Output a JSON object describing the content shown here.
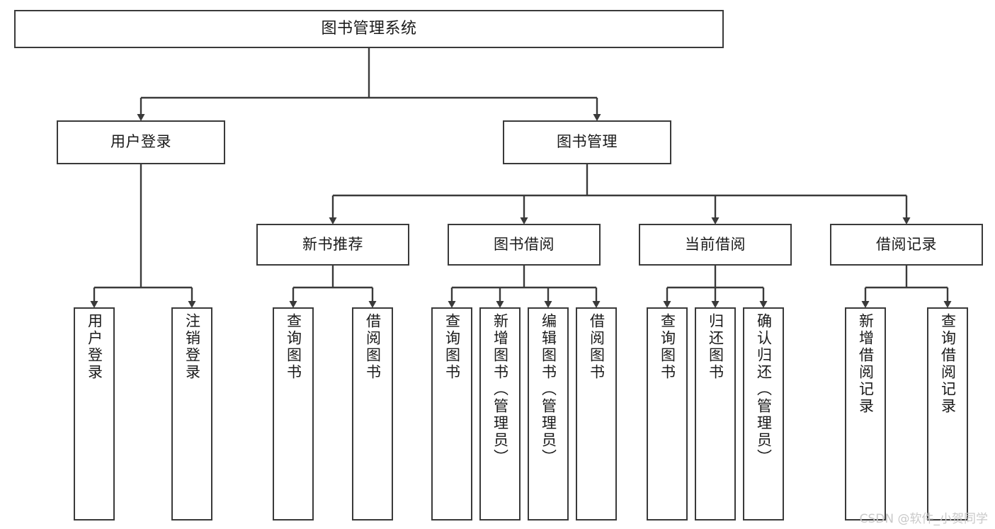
{
  "diagram": {
    "type": "tree",
    "title": "图书管理系统",
    "orientation": "top-down",
    "background_color": "#ffffff",
    "node_border_color": "#3a3a3a",
    "edge_color": "#3a3a3a",
    "text_color": "#1a1a1a"
  },
  "nodes": {
    "root": {
      "label": "图书管理系统"
    },
    "level2": [
      {
        "label": "用户登录"
      },
      {
        "label": "图书管理"
      }
    ],
    "level3": [
      {
        "label": "新书推荐"
      },
      {
        "label": "图书借阅"
      },
      {
        "label": "当前借阅"
      },
      {
        "label": "借阅记录"
      }
    ],
    "leaves": {
      "user_login": [
        {
          "label": "用户登录"
        },
        {
          "label": "注销登录"
        }
      ],
      "new_book_recommend": [
        {
          "label": "查询图书"
        },
        {
          "label": "借阅图书"
        }
      ],
      "book_borrow": [
        {
          "label": "查询图书"
        },
        {
          "label": "新增图书（管理员）"
        },
        {
          "label": "编辑图书（管理员）"
        },
        {
          "label": "借阅图书"
        }
      ],
      "current_borrow": [
        {
          "label": "查询图书"
        },
        {
          "label": "归还图书"
        },
        {
          "label": "确认归还（管理员）"
        }
      ],
      "borrow_record": [
        {
          "label": "新增借阅记录"
        },
        {
          "label": "查询借阅记录"
        }
      ]
    }
  },
  "watermark": {
    "text": "CSDN @软件_小贺同学",
    "color": "#c9c9c9"
  }
}
